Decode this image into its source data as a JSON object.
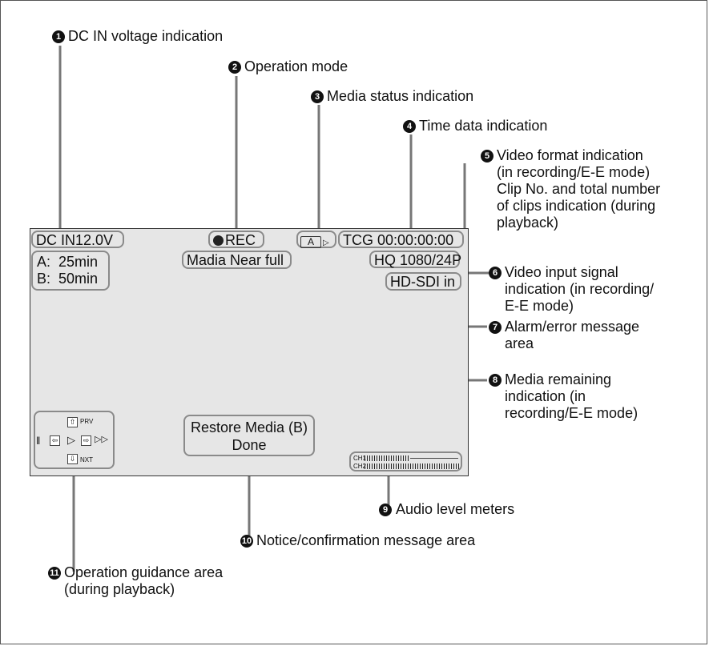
{
  "callouts": [
    {
      "num": "1",
      "text": "DC IN voltage indication"
    },
    {
      "num": "2",
      "text": "Operation mode"
    },
    {
      "num": "3",
      "text": "Media status indication"
    },
    {
      "num": "4",
      "text": "Time data indication"
    },
    {
      "num": "5",
      "lines": [
        "Video format indication",
        "(in recording/E-E mode)",
        "Clip No. and total number",
        "of clips indication (during",
        "playback)"
      ]
    },
    {
      "num": "6",
      "lines": [
        "Video input signal",
        "indication (in recording/",
        "E-E mode)"
      ]
    },
    {
      "num": "7",
      "lines": [
        "Alarm/error message",
        "area"
      ]
    },
    {
      "num": "8",
      "lines": [
        "Media remaining",
        "indication (in",
        "recording/E-E mode)"
      ]
    },
    {
      "num": "9",
      "text": "Audio level meters"
    },
    {
      "num": "10",
      "text": "Notice/confirmation message area"
    },
    {
      "num": "11",
      "lines": [
        "Operation guidance area",
        "(during playback)"
      ]
    }
  ],
  "screen": {
    "dc_in": "DC IN12.0V",
    "rec": "REC",
    "media_status": "A",
    "timecode": "TCG 00:00:00:00",
    "video_format": "HQ 1080/24P",
    "remaining_a": "A:  25min",
    "remaining_b": "B:  50min",
    "alarm_message": "Madia Near full",
    "input_signal": "HD-SDI in",
    "notice_line1": "Restore Media (B)",
    "notice_line2": "Done",
    "meter_ch1": "CH1",
    "meter_ch2": "CH2",
    "guide_prv": "PRV",
    "guide_nxt": "NXT"
  }
}
